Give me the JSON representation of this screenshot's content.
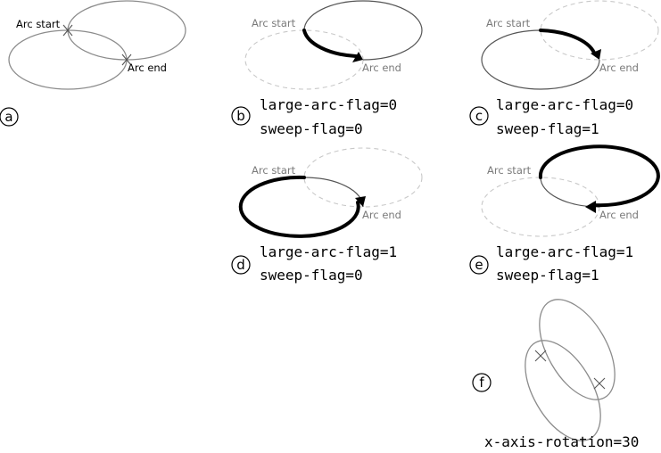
{
  "labels": {
    "arc_start": "Arc start",
    "arc_end": "Arc end"
  },
  "panels": {
    "a": {
      "letter": "a"
    },
    "b": {
      "letter": "b",
      "line1": "large-arc-flag=0",
      "line2": "sweep-flag=0"
    },
    "c": {
      "letter": "c",
      "line1": "large-arc-flag=0",
      "line2": "sweep-flag=1"
    },
    "d": {
      "letter": "d",
      "line1": "large-arc-flag=1",
      "line2": "sweep-flag=0"
    },
    "e": {
      "letter": "e",
      "line1": "large-arc-flag=1",
      "line2": "sweep-flag=1"
    },
    "f": {
      "letter": "f",
      "caption": "x-axis-rotation=30"
    }
  }
}
